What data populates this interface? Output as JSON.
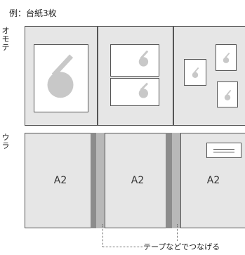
{
  "title": "例：台紙3枚",
  "front_label": [
    "オ",
    "モ",
    "テ"
  ],
  "back_label": [
    "ウ",
    "ラ"
  ],
  "back_pages": [
    "A2",
    "A2",
    "A2"
  ],
  "tape_note": "テープなどでつなげる",
  "colors": {
    "panel": "#e6e6e6",
    "border": "#555555",
    "photo_mark": "#c8c8c8",
    "tape_dark": "#8c8c8c",
    "tape_light": "#b8b8b8"
  }
}
